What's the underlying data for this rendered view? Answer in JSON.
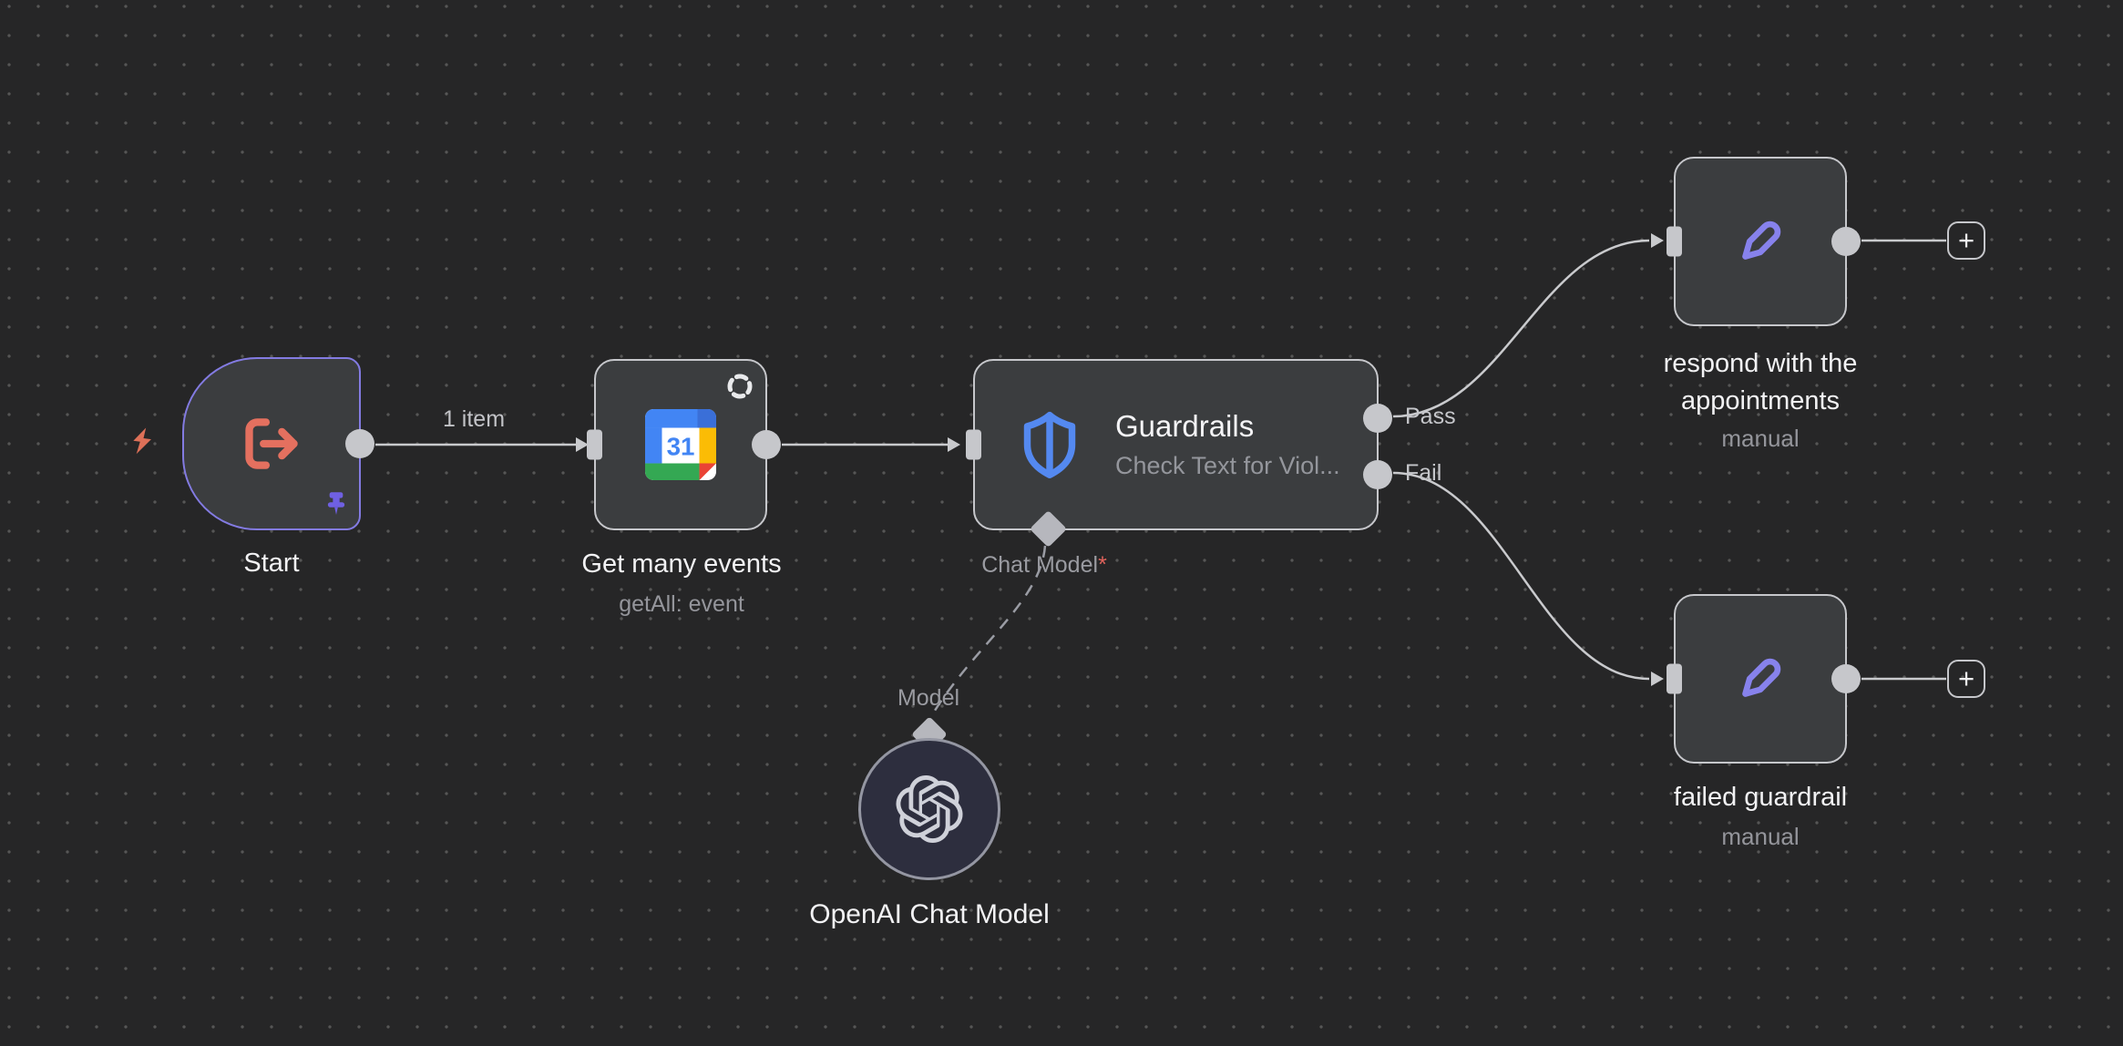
{
  "canvas": {
    "background": "#262627",
    "dot_color": "#565656"
  },
  "nodes": {
    "start": {
      "title": "Start"
    },
    "calendar": {
      "title": "Get many events",
      "subtitle": "getAll: event"
    },
    "guardrails": {
      "title": "Guardrails",
      "subtitle": "Check Text for Viol..."
    },
    "openai": {
      "title": "OpenAI Chat Model"
    },
    "respond": {
      "title_line1": "respond with the",
      "title_line2": "appointments",
      "subtitle": "manual"
    },
    "failed": {
      "title": "failed guardrail",
      "subtitle": "manual"
    }
  },
  "edges": {
    "item_count": "1 item",
    "pass": "Pass",
    "fail": "Fail",
    "chat_model": "Chat Model",
    "required_marker": "*",
    "model": "Model"
  },
  "ui": {
    "add_button_label": "+"
  },
  "colors": {
    "trigger_border": "#837be2",
    "node_border": "#c6c7cb",
    "node_fill": "#3b3d3f",
    "edge_line": "#c9cacd",
    "start_icon": "#e4705f",
    "lightning": "#dd7058",
    "pin": "#6f60e2",
    "shield": "#5489f0",
    "pencil": "#8782ec",
    "openai_fill": "#2d2e3e",
    "calendar_blue": "#4285f4",
    "calendar_yellow": "#fbbc05",
    "calendar_green": "#34a853",
    "calendar_red": "#ea4335"
  }
}
